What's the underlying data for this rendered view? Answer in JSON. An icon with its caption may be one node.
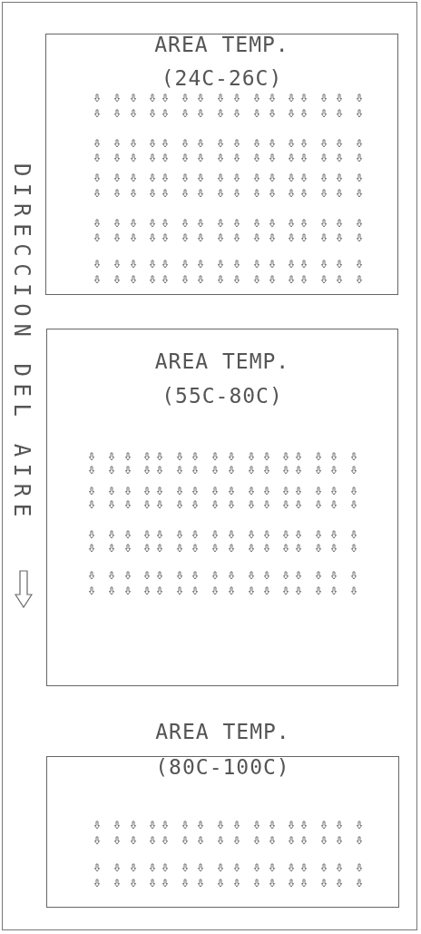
{
  "diagram": {
    "nodes": [
      {
        "text": [
          "AREA TEMP.",
          "(24C-26C)"
        ]
      },
      {
        "text": [
          "AREA TEMP.",
          "(55C-80C)"
        ]
      },
      {
        "text": [
          "AREA TEMP.",
          "(80C-100C)"
        ]
      }
    ],
    "labels": [
      "DIRECCION DEL AIRE"
    ]
  }
}
